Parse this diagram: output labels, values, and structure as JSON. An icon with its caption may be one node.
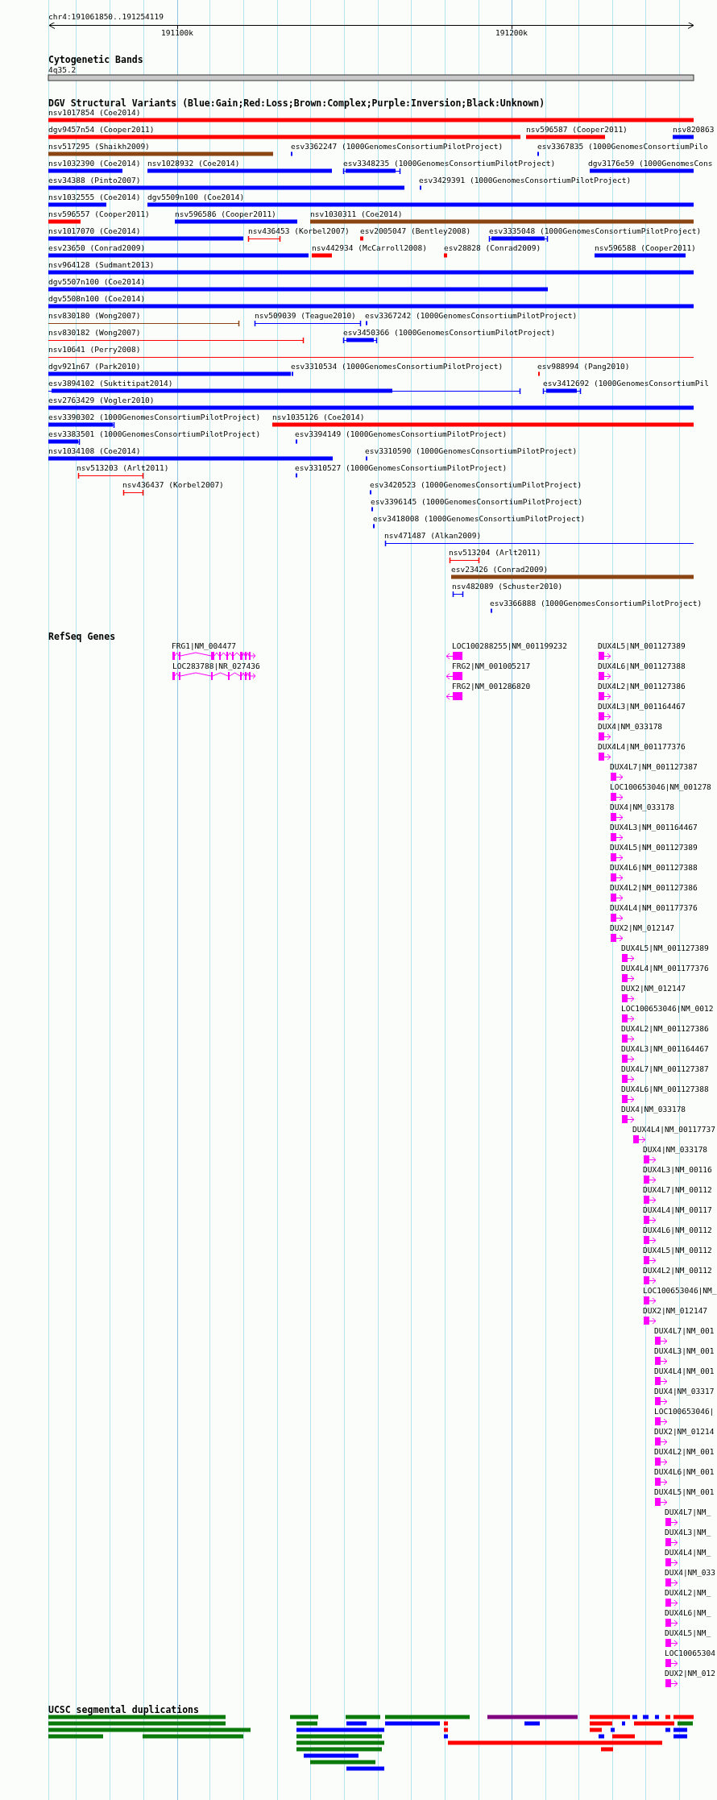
{
  "diagram": {
    "labels": [
      "chr4:191061850..191254119",
      "191100k",
      "191200k",
      "Cytogenetic Bands",
      "4q35.2",
      "DGV Structural Variants (Blue:Gain;Red:Loss;Brown:Complex;Purple:Inversion;Black:Unknown)",
      "nsv1017854 (Coe2014)",
      "dgv9457n54 (Cooper2011)",
      "nsv596587 (Cooper2011)",
      "nsv820863",
      "nsv517295 (Shaikh2009)",
      "esv3362247 (1000GenomesConsortiumPilotProject)",
      "esv3367835 (1000GenomesConsortiumPilo",
      "nsv1032390 (Coe2014)",
      "nsv1028932 (Coe2014)",
      "esv3348235 (1000GenomesConsortiumPilotProject)",
      "dgv3176e59 (1000GenomesCons",
      "esv34388 (Pinto2007)",
      "esv3429391 (1000GenomesConsortiumPilotProject)",
      "nsv1032555 (Coe2014)",
      "dgv5509n100 (Coe2014)",
      "nsv596557 (Cooper2011)",
      "nsv596586 (Cooper2011)",
      "nsv1030311 (Coe2014)",
      "nsv1017070 (Coe2014)",
      "nsv436453 (Korbel2007)",
      "esv2005047 (Bentley2008)",
      "esv3335048 (1000GenomesConsortiumPilotProject)",
      "esv23650 (Conrad2009)",
      "nsv442934 (McCarroll2008)",
      "esv28828 (Conrad2009)",
      "nsv596588 (Cooper2011)",
      "nsv964128 (Sudmant2013)",
      "dgv5507n100 (Coe2014)",
      "dgv5508n100 (Coe2014)",
      "nsv830180 (Wong2007)",
      "nsv509039 (Teague2010)",
      "esv3367242 (1000GenomesConsortiumPilotProject)",
      "nsv830182 (Wong2007)",
      "esv3450366 (1000GenomesConsortiumPilotProject)",
      "nsv10641 (Perry2008)",
      "dgv921n67 (Park2010)",
      "esv3310534 (1000GenomesConsortiumPilotProject)",
      "esv988994 (Pang2010)",
      "esv3894102 (Suktitipat2014)",
      "esv3412692 (1000GenomesConsortiumPil",
      "esv2763429 (Vogler2010)",
      "esv3390302 (1000GenomesConsortiumPilotProject)",
      "nsv1035126 (Coe2014)",
      "esv3383501 (1000GenomesConsortiumPilotProject)",
      "esv3394149 (1000GenomesConsortiumPilotProject)",
      "nsv1034108 (Coe2014)",
      "esv3310590 (1000GenomesConsortiumPilotProject)",
      "nsv513203 (Arlt2011)",
      "esv3310527 (1000GenomesConsortiumPilotProject)",
      "nsv436437 (Korbel2007)",
      "esv3420523 (1000GenomesConsortiumPilotProject)",
      "esv3396145 (1000GenomesConsortiumPilotProject)",
      "esv3418008 (1000GenomesConsortiumPilotProject)",
      "nsv471487 (Alkan2009)",
      "nsv513204 (Arlt2011)",
      "esv23426 (Conrad2009)",
      "nsv482089 (Schuster2010)",
      "esv3366888 (1000GenomesConsortiumPilotProject)",
      "RefSeq Genes",
      "FRG1|NM_004477",
      "LOC100288255|NM_001199232",
      "DUX4L5|NM_001127389",
      "LOC283788|NR_027436",
      "FRG2|NM_001005217",
      "DUX4L6|NM_001127388",
      "FRG2|NM_001286820",
      "DUX4L2|NM_001127386",
      "DUX4L3|NM_001164467",
      "DUX4|NM_033178",
      "DUX4L4|NM_001177376",
      "DUX4L7|NM_001127387",
      "LOC100653046|NM_001278",
      "DUX4|NM_033178",
      "DUX4L3|NM_001164467",
      "DUX4L5|NM_001127389",
      "DUX4L6|NM_001127388",
      "DUX4L2|NM_001127386",
      "DUX4L4|NM_001177376",
      "DUX2|NM_012147",
      "DUX4L5|NM_001127389",
      "DUX4L4|NM_001177376",
      "DUX2|NM_012147",
      "LOC100653046|NM_0012",
      "DUX4L2|NM_001127386",
      "DUX4L3|NM_001164467",
      "DUX4L7|NM_001127387",
      "DUX4L6|NM_001127388",
      "DUX4|NM_033178",
      "DUX4L4|NM_00117737",
      "DUX4|NM_033178",
      "DUX4L3|NM_00116",
      "DUX4L7|NM_00112",
      "DUX4L4|NM_00117",
      "DUX4L6|NM_00112",
      "DUX4L5|NM_00112",
      "DUX4L2|NM_00112",
      "LOC100653046|NM_",
      "DUX2|NM_012147",
      "DUX4L7|NM_001",
      "DUX4L3|NM_001",
      "DUX4L4|NM_001",
      "DUX4|NM_03317",
      "LOC100653046|",
      "DUX2|NM_01214",
      "DUX4L2|NM_001",
      "DUX4L6|NM_001",
      "DUX4L5|NM_001",
      "DUX4L7|NM_",
      "DUX4L3|NM_",
      "DUX4L4|NM_",
      "DUX4|NM_033",
      "DUX4L2|NM_",
      "DUX4L6|NM_",
      "DUX4L5|NM_",
      "LOC10065304",
      "DUX2|NM_012",
      "UCSC segmental duplications"
    ]
  }
}
